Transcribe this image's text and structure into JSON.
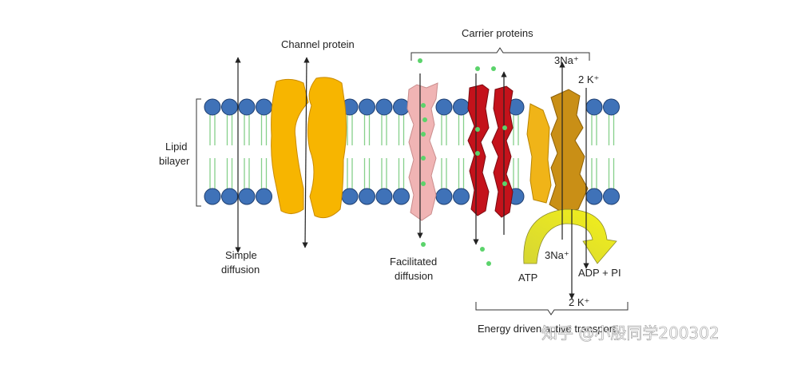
{
  "labels": {
    "channel_protein": "Channel protein",
    "carrier_proteins": "Carrier proteins",
    "lipid_bilayer_1": "Lipid",
    "lipid_bilayer_2": "bilayer",
    "simple_diffusion_1": "Simple",
    "simple_diffusion_2": "diffusion",
    "facilitated_diffusion_1": "Facilitated",
    "facilitated_diffusion_2": "diffusion",
    "na_top": "3Na⁺",
    "k_top": "2 K⁺",
    "na_bottom": "3Na⁺",
    "k_bottom": "2 K⁺",
    "atp": "ATP",
    "adp_pi": "ADP + PI",
    "energy_driven": "Energy driven active transport"
  },
  "watermark": "知乎 @小殷同学200302",
  "colors": {
    "lipid_head": "#3f72b8",
    "lipid_tail": "#86d08a",
    "channel_protein": "#f7b500",
    "facilitated_protein": "#f0b4b4",
    "carrier_red": "#c4121b",
    "pump_gold": "#c98f16",
    "pump_orange": "#f0b418",
    "solute_dot": "#5bd36b",
    "atp_arrow_start": "#d6d633",
    "atp_arrow_end": "#f3f01a"
  }
}
